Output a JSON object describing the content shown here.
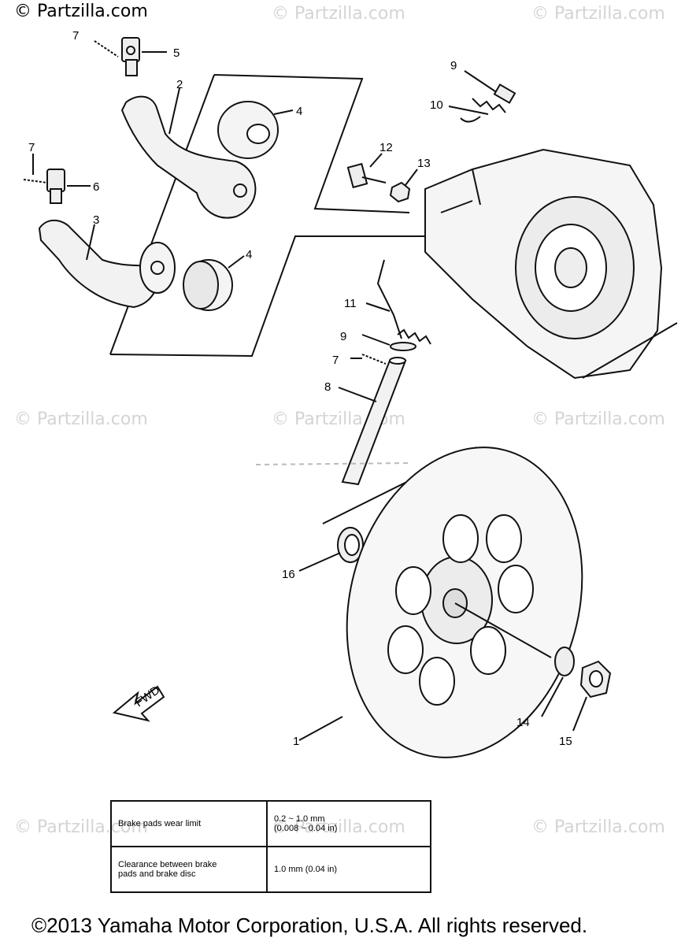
{
  "watermark": {
    "main": "© Partzilla.com",
    "repeat": "© Partzilla.com"
  },
  "callouts": {
    "c1": "1",
    "c2": "2",
    "c3": "3",
    "c4a": "4",
    "c4b": "4",
    "c5": "5",
    "c6": "6",
    "c7a": "7",
    "c7b": "7",
    "c7c": "7",
    "c8": "8",
    "c9a": "9",
    "c9b": "9",
    "c10": "10",
    "c11": "11",
    "c12": "12",
    "c13": "13",
    "c14": "14",
    "c15": "15",
    "c16": "16"
  },
  "direction_arrow": "FWD",
  "spec_table": {
    "rows": [
      {
        "label": "Brake pads wear limit",
        "value_line1": "0.2 ~ 1.0 mm",
        "value_line2": "(0.008 ~ 0.04 in)"
      },
      {
        "label_line1": "Clearance between brake",
        "label_line2": "pads and brake disc",
        "value_line1": "1.0 mm (0.04 in)"
      }
    ]
  },
  "footer": "©2013 Yamaha Motor Corporation, U.S.A. All rights reserved."
}
